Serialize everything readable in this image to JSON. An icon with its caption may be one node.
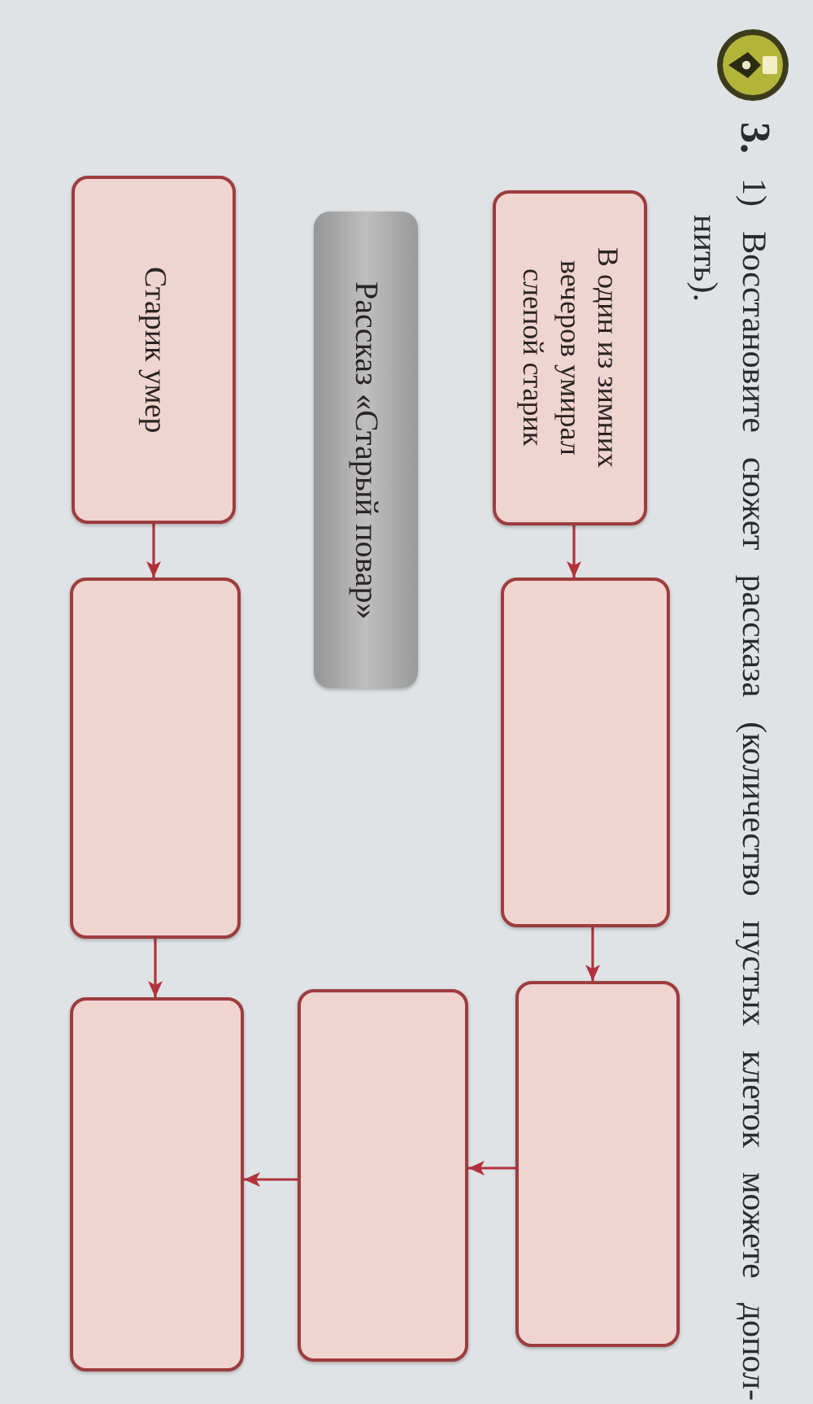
{
  "diagram": {
    "title": "**3.** 1) Восстановите сюжет рассказа (количество пустых клеток можете допол- нить).",
    "nodes": [
      {
        "text": [
          "В один из зимних вечеров умирал слепой старик"
        ]
      },
      {
        "text": [
          "Рассказ «Старый повар»"
        ]
      },
      {
        "text": [
          "Старик умер"
        ]
      },
      {
        "text": [],
        "shape": "box"
      },
      {
        "text": [],
        "shape": "box"
      },
      {
        "text": [],
        "shape": "box"
      },
      {
        "text": [],
        "shape": "box"
      },
      {
        "text": [],
        "shape": "box"
      }
    ],
    "edges": [
      {
        "from": 0,
        "to": 3,
        "arrow": "to"
      },
      {
        "from": 3,
        "to": 5,
        "arrow": "to"
      },
      {
        "from": 5,
        "to": 6,
        "arrow": "to"
      },
      {
        "from": 6,
        "to": 7,
        "arrow": "to"
      },
      {
        "from": 2,
        "to": 4,
        "arrow": "to"
      },
      {
        "from": 4,
        "to": 7,
        "arrow": "to"
      }
    ]
  }
}
